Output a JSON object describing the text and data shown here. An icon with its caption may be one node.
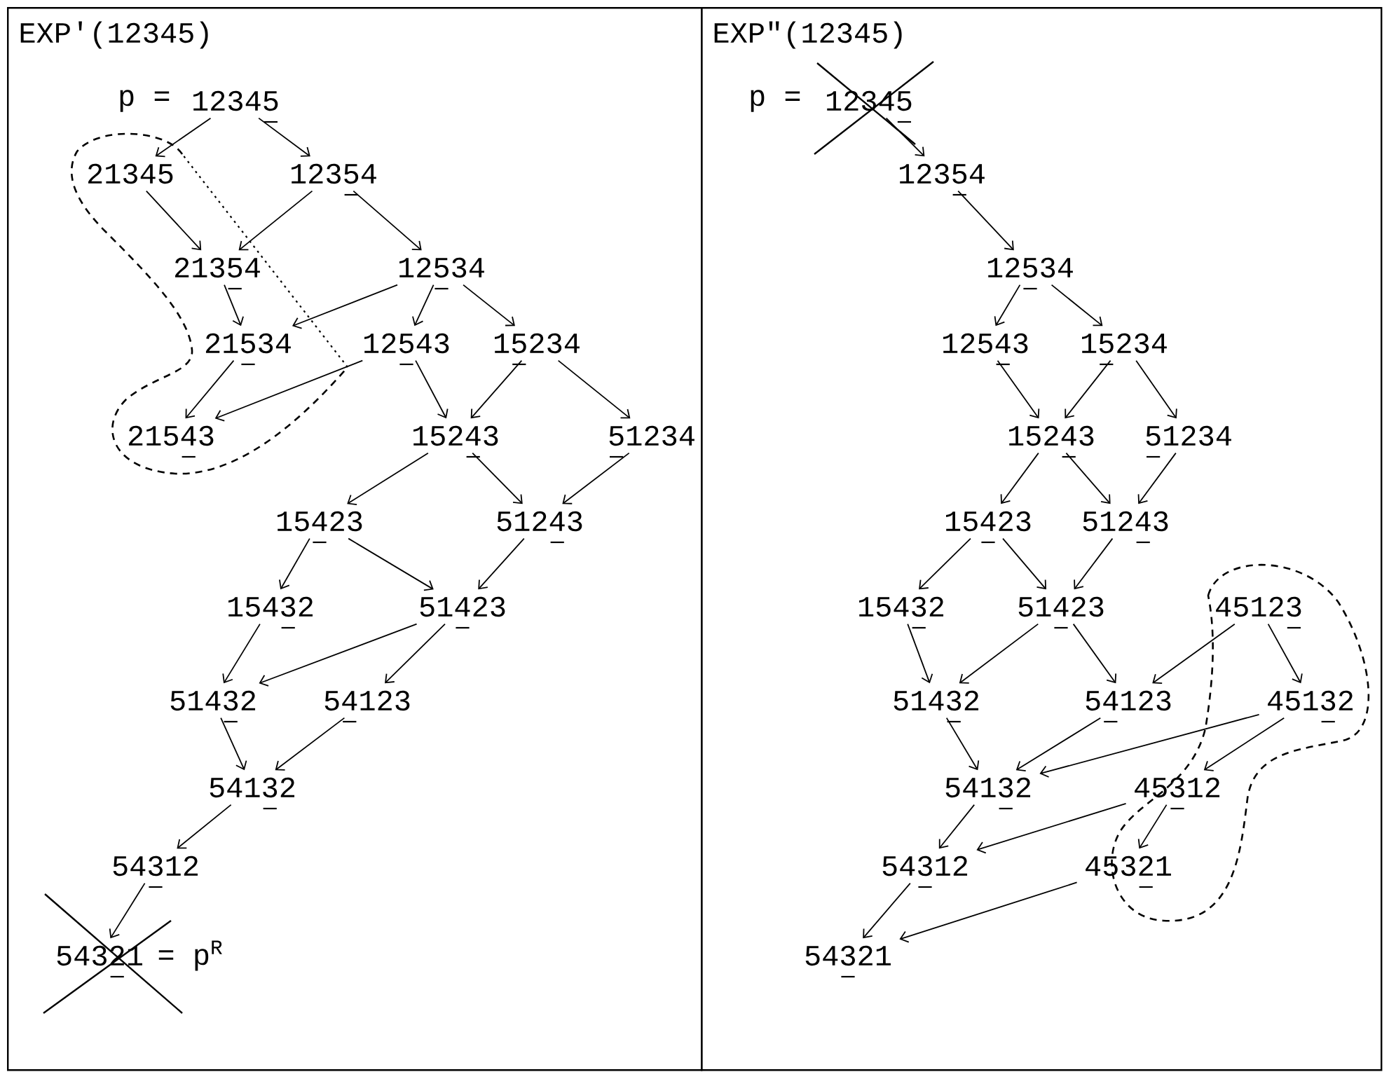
{
  "diagram": {
    "nodes": [
      {
        "text": [
          "EXP'(12345)"
        ]
      },
      {
        "text": [
          "12345"
        ],
        "in": 0
      },
      {
        "text": [
          "21345"
        ],
        "in": 0
      },
      {
        "text": [
          "12354"
        ],
        "in": 0
      },
      {
        "text": [
          "21354"
        ],
        "in": 0
      },
      {
        "text": [
          "12534"
        ],
        "in": 0
      },
      {
        "text": [
          "21534"
        ],
        "in": 0
      },
      {
        "text": [
          "12543"
        ],
        "in": 0
      },
      {
        "text": [
          "15234"
        ],
        "in": 0
      },
      {
        "text": [
          "21543"
        ],
        "in": 0
      },
      {
        "text": [
          "15243"
        ],
        "in": 0
      },
      {
        "text": [
          "51234"
        ],
        "in": 0
      },
      {
        "text": [
          "15423"
        ],
        "in": 0
      },
      {
        "text": [
          "51243"
        ],
        "in": 0
      },
      {
        "text": [
          "15432"
        ],
        "in": 0
      },
      {
        "text": [
          "51423"
        ],
        "in": 0
      },
      {
        "text": [
          "51432"
        ],
        "in": 0
      },
      {
        "text": [
          "54123"
        ],
        "in": 0
      },
      {
        "text": [
          "54132"
        ],
        "in": 0
      },
      {
        "text": [
          "54312"
        ],
        "in": 0
      },
      {
        "text": [
          "54321"
        ],
        "in": 0
      },
      {
        "text": [
          "EXP\"(12345)"
        ]
      },
      {
        "text": [
          "12345"
        ],
        "in": 21
      },
      {
        "text": [
          "12354"
        ],
        "in": 21
      },
      {
        "text": [
          "12534"
        ],
        "in": 21
      },
      {
        "text": [
          "12543"
        ],
        "in": 21
      },
      {
        "text": [
          "15234"
        ],
        "in": 21
      },
      {
        "text": [
          "15243"
        ],
        "in": 21
      },
      {
        "text": [
          "51234"
        ],
        "in": 21
      },
      {
        "text": [
          "15423"
        ],
        "in": 21
      },
      {
        "text": [
          "51243"
        ],
        "in": 21
      },
      {
        "text": [
          "15432"
        ],
        "in": 21
      },
      {
        "text": [
          "51423"
        ],
        "in": 21
      },
      {
        "text": [
          "45123"
        ],
        "in": 21
      },
      {
        "text": [
          "51432"
        ],
        "in": 21
      },
      {
        "text": [
          "54123"
        ],
        "in": 21
      },
      {
        "text": [
          "45132"
        ],
        "in": 21
      },
      {
        "text": [
          "54132"
        ],
        "in": 21
      },
      {
        "text": [
          "45312"
        ],
        "in": 21
      },
      {
        "text": [
          "54312"
        ],
        "in": 21
      },
      {
        "text": [
          "45321"
        ],
        "in": 21
      },
      {
        "text": [
          "54321"
        ],
        "in": 21
      }
    ],
    "edges": [
      {
        "from": 1,
        "to": 2,
        "arrow": "to"
      },
      {
        "from": 1,
        "to": 3,
        "arrow": "to"
      },
      {
        "from": 2,
        "to": 4,
        "arrow": "to"
      },
      {
        "from": 3,
        "to": 4,
        "arrow": "to"
      },
      {
        "from": 3,
        "to": 5,
        "arrow": "to"
      },
      {
        "from": 4,
        "to": 6,
        "arrow": "to"
      },
      {
        "from": 5,
        "to": 6,
        "arrow": "to"
      },
      {
        "from": 5,
        "to": 7,
        "arrow": "to"
      },
      {
        "from": 5,
        "to": 8,
        "arrow": "to"
      },
      {
        "from": 6,
        "to": 9,
        "arrow": "to"
      },
      {
        "from": 7,
        "to": 9,
        "arrow": "to"
      },
      {
        "from": 7,
        "to": 10,
        "arrow": "to"
      },
      {
        "from": 8,
        "to": 10,
        "arrow": "to"
      },
      {
        "from": 8,
        "to": 11,
        "arrow": "to"
      },
      {
        "from": 10,
        "to": 12,
        "arrow": "to"
      },
      {
        "from": 10,
        "to": 13,
        "arrow": "to"
      },
      {
        "from": 11,
        "to": 13,
        "arrow": "to"
      },
      {
        "from": 12,
        "to": 14,
        "arrow": "to"
      },
      {
        "from": 12,
        "to": 15,
        "arrow": "to"
      },
      {
        "from": 13,
        "to": 15,
        "arrow": "to"
      },
      {
        "from": 14,
        "to": 16,
        "arrow": "to"
      },
      {
        "from": 15,
        "to": 16,
        "arrow": "to"
      },
      {
        "from": 15,
        "to": 17,
        "arrow": "to"
      },
      {
        "from": 16,
        "to": 18,
        "arrow": "to"
      },
      {
        "from": 17,
        "to": 18,
        "arrow": "to"
      },
      {
        "from": 18,
        "to": 19,
        "arrow": "to"
      },
      {
        "from": 19,
        "to": 20,
        "arrow": "to"
      },
      {
        "from": 22,
        "to": 23,
        "arrow": "to"
      },
      {
        "from": 23,
        "to": 24,
        "arrow": "to"
      },
      {
        "from": 24,
        "to": 25,
        "arrow": "to"
      },
      {
        "from": 24,
        "to": 26,
        "arrow": "to"
      },
      {
        "from": 25,
        "to": 27,
        "arrow": "to"
      },
      {
        "from": 26,
        "to": 27,
        "arrow": "to"
      },
      {
        "from": 26,
        "to": 28,
        "arrow": "to"
      },
      {
        "from": 27,
        "to": 29,
        "arrow": "to"
      },
      {
        "from": 27,
        "to": 30,
        "arrow": "to"
      },
      {
        "from": 28,
        "to": 30,
        "arrow": "to"
      },
      {
        "from": 29,
        "to": 31,
        "arrow": "to"
      },
      {
        "from": 29,
        "to": 32,
        "arrow": "to"
      },
      {
        "from": 30,
        "to": 32,
        "arrow": "to"
      },
      {
        "from": 31,
        "to": 34,
        "arrow": "to"
      },
      {
        "from": 32,
        "to": 34,
        "arrow": "to"
      },
      {
        "from": 32,
        "to": 35,
        "arrow": "to"
      },
      {
        "from": 33,
        "to": 35,
        "arrow": "to"
      },
      {
        "from": 33,
        "to": 36,
        "arrow": "to"
      },
      {
        "from": 34,
        "to": 37,
        "arrow": "to"
      },
      {
        "from": 35,
        "to": 37,
        "arrow": "to"
      },
      {
        "from": 36,
        "to": 37,
        "arrow": "to"
      },
      {
        "from": 36,
        "to": 38,
        "arrow": "to"
      },
      {
        "from": 37,
        "to": 39,
        "arrow": "to"
      },
      {
        "from": 38,
        "to": 39,
        "arrow": "to"
      },
      {
        "from": 38,
        "to": 40,
        "arrow": "to"
      },
      {
        "from": 39,
        "to": 41,
        "arrow": "to"
      },
      {
        "from": 40,
        "to": 41,
        "arrow": "to"
      }
    ],
    "labels": [
      "p =",
      "p =",
      "= p$^{R}$"
    ]
  }
}
